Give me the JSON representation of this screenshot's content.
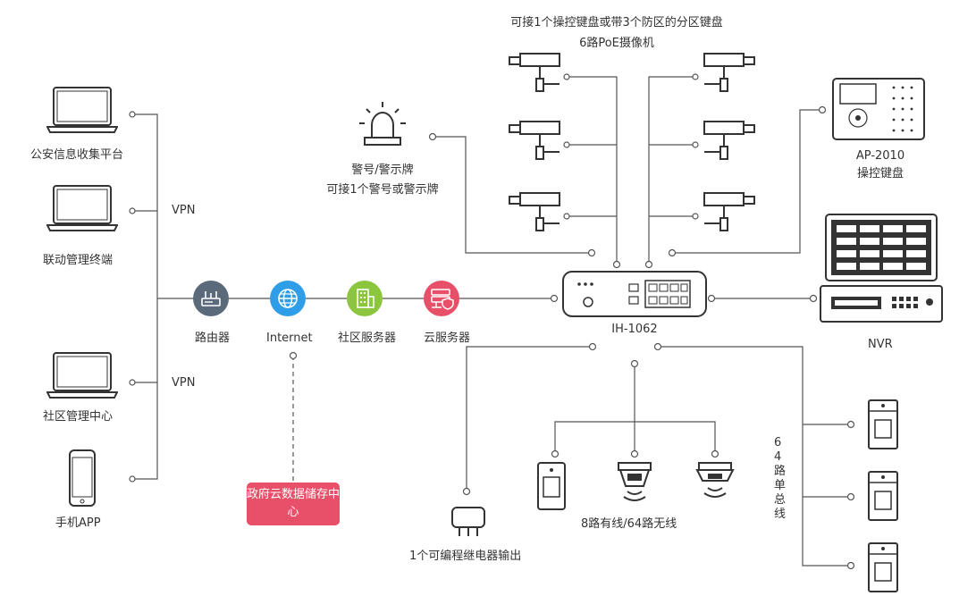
{
  "clients": {
    "police": "公安信息收集平台",
    "linkage": "联动管理终端",
    "community_center": "社区管理中心",
    "mobile_app": "手机APP",
    "vpn_top": "VPN",
    "vpn_bottom": "VPN"
  },
  "network": {
    "router": "路由器",
    "internet": "Internet",
    "community_server": "社区服务器",
    "cloud_server": "云服务器",
    "gov_cloud": "政府云数据储存中心"
  },
  "keyboard_note": "可接1个操控键盘或带3个防区的分区键盘",
  "camera_note": "6路PoE摄像机",
  "alarm": {
    "line1": "警号/警示牌",
    "line2": "可接1个警号或警示牌"
  },
  "keypad": {
    "model": "AP-2010",
    "name": "操控键盘"
  },
  "hub": {
    "model": "IH-1062"
  },
  "nvr": "NVR",
  "relay": "1个可编程继电器输出",
  "detectors": "8路有线/64路无线",
  "bus": "64路单总线",
  "colors": {
    "router": "#5a6a7a",
    "internet": "#2f9ee8",
    "community_server": "#8cc63f",
    "cloud_server": "#e8506a",
    "gov_cloud": "#e8506a",
    "line": "#555555"
  }
}
